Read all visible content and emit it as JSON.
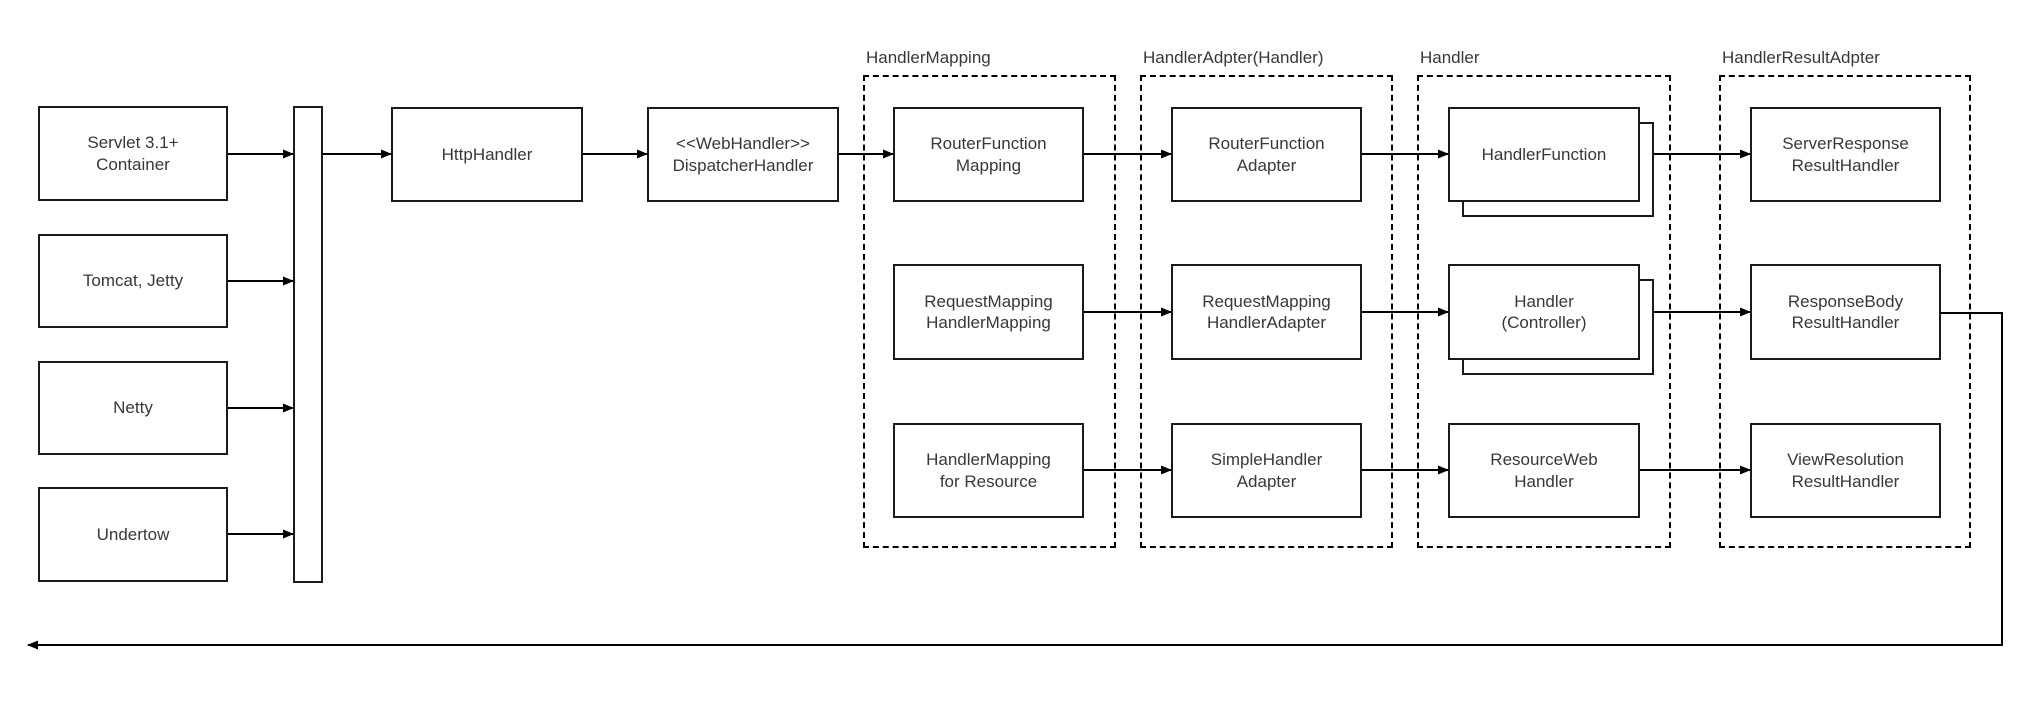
{
  "colors": {
    "background": "#ffffff",
    "line": "#000000",
    "box_border": "#1a1a1a",
    "text": "#383838"
  },
  "server_nodes": [
    {
      "label": "Servlet 3.1+\nContainer"
    },
    {
      "label": "Tomcat, Jetty"
    },
    {
      "label": "Netty"
    },
    {
      "label": "Undertow"
    }
  ],
  "pipeline_nodes": [
    {
      "label": "HttpHandler"
    },
    {
      "label": "<<WebHandler>>\nDispatcherHandler"
    }
  ],
  "groups": [
    {
      "label": "HandlerMapping",
      "nodes": [
        {
          "label": "RouterFunction\nMapping"
        },
        {
          "label": "RequestMapping\nHandlerMapping"
        },
        {
          "label": "HandlerMapping\nfor Resource"
        }
      ]
    },
    {
      "label": "HandlerAdpter(Handler)",
      "nodes": [
        {
          "label": "RouterFunction\nAdapter"
        },
        {
          "label": "RequestMapping\nHandlerAdapter"
        },
        {
          "label": "SimpleHandler\nAdapter"
        }
      ]
    },
    {
      "label": "Handler",
      "nodes": [
        {
          "label": "HandlerFunction",
          "stacked": true
        },
        {
          "label": "Handler\n(Controller)",
          "stacked": true
        },
        {
          "label": "ResourceWeb\nHandler"
        }
      ]
    },
    {
      "label": "HandlerResultAdpter",
      "nodes": [
        {
          "label": "ServerResponse\nResultHandler"
        },
        {
          "label": "ResponseBody\nResultHandler"
        },
        {
          "label": "ViewResolution\nResultHandler"
        }
      ]
    }
  ]
}
